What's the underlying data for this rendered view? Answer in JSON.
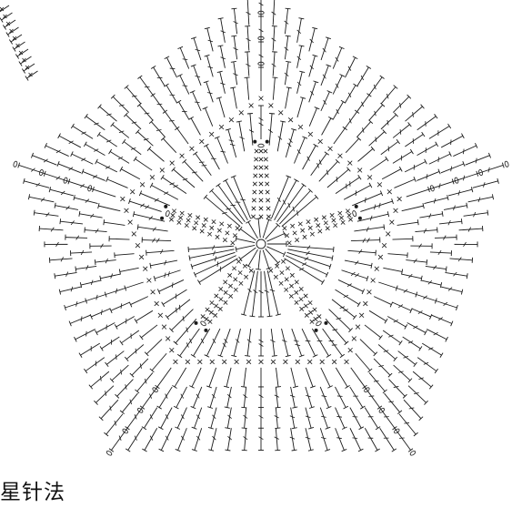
{
  "caption": "星针法",
  "colors": {
    "ink": "#1a1a1a",
    "background": "#ffffff"
  },
  "symbols": [
    "chain-loop",
    "treble",
    "double-treble",
    "single-crochet-x",
    "slip-stitch-dot"
  ]
}
